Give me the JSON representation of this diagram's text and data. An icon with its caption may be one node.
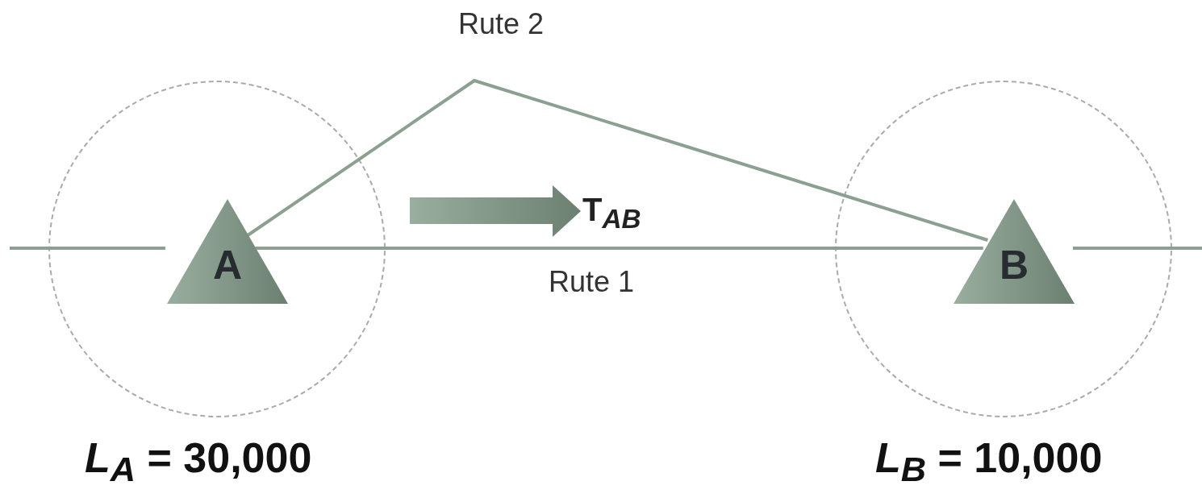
{
  "diagram": {
    "nodes": [
      {
        "text": [],
        "shape": "circle"
      },
      {
        "text": [
          "A"
        ],
        "in": 0
      },
      {
        "text": [],
        "shape": "circle"
      },
      {
        "text": [
          "B"
        ],
        "in": 2
      }
    ],
    "edges": [
      {
        "from": 1,
        "to": 3,
        "arrow": "none",
        "label": "Rute 1"
      },
      {
        "from": 1,
        "to": 3,
        "arrow": "none",
        "label": "Rute 2"
      }
    ],
    "labels": [
      "T$_{AB}$",
      "*L*$_{A}$ = 30,000",
      "*L*$_{B}$ = 10,000"
    ]
  }
}
